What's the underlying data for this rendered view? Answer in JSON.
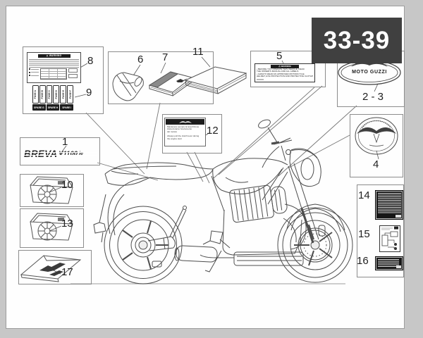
{
  "page": {
    "corner_tag": "33-39",
    "colors": {
      "tag_bg": "#404040",
      "tag_text": "#ffffff",
      "sheet": "#fefefe",
      "margin": "#c7c7c7",
      "line_art": "#4d4d4d"
    }
  },
  "callouts": {
    "1": "1",
    "2-3": "2 - 3",
    "4": "4",
    "5": "5",
    "6": "6",
    "7": "7",
    "8": "8",
    "9": "9",
    "10": "10",
    "11": "11",
    "12": "12",
    "13": "13",
    "14": "14",
    "15": "15",
    "16": "16",
    "17": "17"
  },
  "decals": {
    "tyre_warning": {
      "header": "⚠ WARNING"
    },
    "fuse_strip": {
      "fuses": [
        "FUSE A",
        "FUSE B",
        "FUSE C",
        "FUSE D",
        "FUSE E",
        "FUSE F"
      ],
      "spares": [
        "SPARE G",
        "SPARE H",
        "SPARE I"
      ]
    },
    "operate_warning": {
      "header": "⚠ WARNING",
      "lines": [
        "• BEFORE YOU OPERATE THIS VEHICLE, READ",
        "THE OWNER'S MANUAL AND ALL LABELS.",
        "• ALWAYS WEAR AN APPROVED MOTORCYCLE",
        "HELMET, EYE PROTECTION AND PROTECTIVE CLOTHING."
      ]
    },
    "clutch_notice": {
      "it": [
        "Mantenere sempre la leva frizione",
        "tirata durante l'avviamento",
        "del motore"
      ],
      "en": [
        "Always pull the clutch lever during",
        "the engine start"
      ]
    },
    "breva_logo": {
      "brand": "BREVA",
      "model": "V1100",
      "suffix": "ie"
    },
    "moto_guzzi_oval": {
      "text": "MOTO GUZZI"
    }
  }
}
